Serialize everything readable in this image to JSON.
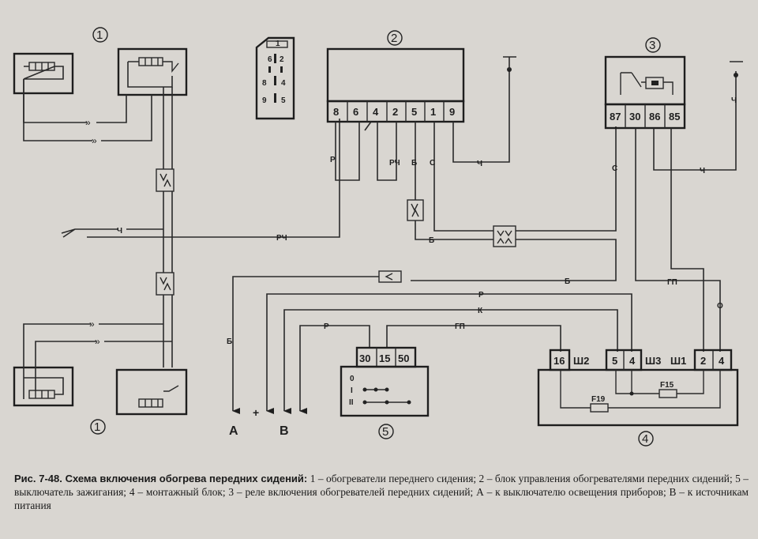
{
  "markers": {
    "m1_top": "1",
    "m2": "2",
    "m3": "3",
    "m1_bottom": "1",
    "m4": "4",
    "m5": "5"
  },
  "connector": {
    "pins": [
      "1",
      "2",
      "6",
      "8",
      "4",
      "9",
      "5"
    ]
  },
  "block2": {
    "pins": [
      "8",
      "6",
      "4",
      "2",
      "5",
      "1",
      "9"
    ]
  },
  "relay3": {
    "pins": [
      "87",
      "30",
      "86",
      "85"
    ]
  },
  "switch5": {
    "pins": [
      "30",
      "15",
      "50"
    ],
    "positions": [
      "0",
      "I",
      "II"
    ]
  },
  "block4": {
    "pins_left": [
      "16"
    ],
    "label_left": "Ш2",
    "pins_mid": [
      "5",
      "4"
    ],
    "label_mid": "Ш3",
    "label_right": "Ш1",
    "pins_right": [
      "2",
      "4"
    ],
    "fuses": [
      "F15",
      "F19"
    ]
  },
  "wires": {
    "p_8": "Р",
    "pch_2": "РЧ",
    "b_5": "Б",
    "s_1": "С",
    "ch_9": "Ч",
    "ch_left": "Ч",
    "pch_main": "РЧ",
    "b_mid": "Б",
    "s_87": "С",
    "ch_85": "Ч",
    "gp_30": "ГП",
    "o_right": "О",
    "b_long": "Б",
    "b_down": "Б",
    "p_long": "Р",
    "k_long": "К",
    "gp_sw": "ГП",
    "p_sw": "Р",
    "ch_ground": "Ч"
  },
  "terminals": {
    "a": "А",
    "plus": "+",
    "v": "В"
  },
  "caption": {
    "title": "Рис. 7-48. Схема включения обогрева передних сидений:",
    "body": "1 – обогреватели переднего сидения; 2 – блок управления обогревателями передних сидений; 5 – выключатель зажигания; 4 – монтажный блок; 3 – реле включения обогревателей передних сидений; А – к выключателю освещения приборов; В – к источникам питания"
  }
}
